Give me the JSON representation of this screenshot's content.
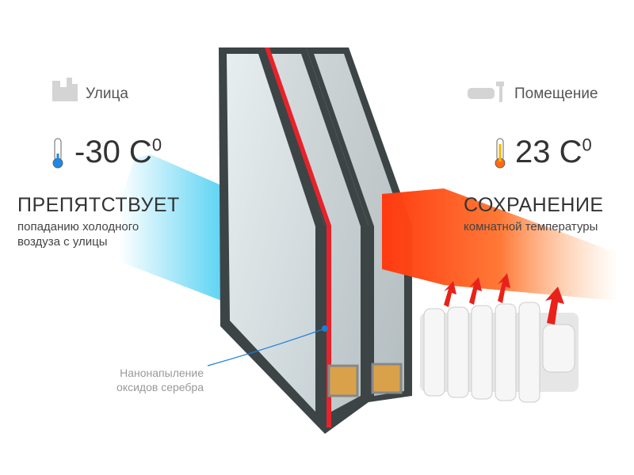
{
  "outside": {
    "location": "Улица",
    "temperature": "-30 C",
    "degree": "0",
    "headline": "ПРЕПЯТСТВУЕТ",
    "desc_line1": "попаданию холодного",
    "desc_line2": "воздуза с улицы",
    "icon": "building-icon",
    "color": "#29b6e8"
  },
  "inside": {
    "location": "Помещение",
    "temperature": "23 C",
    "degree": "0",
    "headline": "СОХРАНЕНИЕ",
    "desc": "комнатной температуры",
    "icon": "sofa-lamp-icon",
    "color": "#ff4a1a"
  },
  "coating_note": {
    "line1": "Нанонапыление",
    "line2": "оксидов серебра"
  }
}
